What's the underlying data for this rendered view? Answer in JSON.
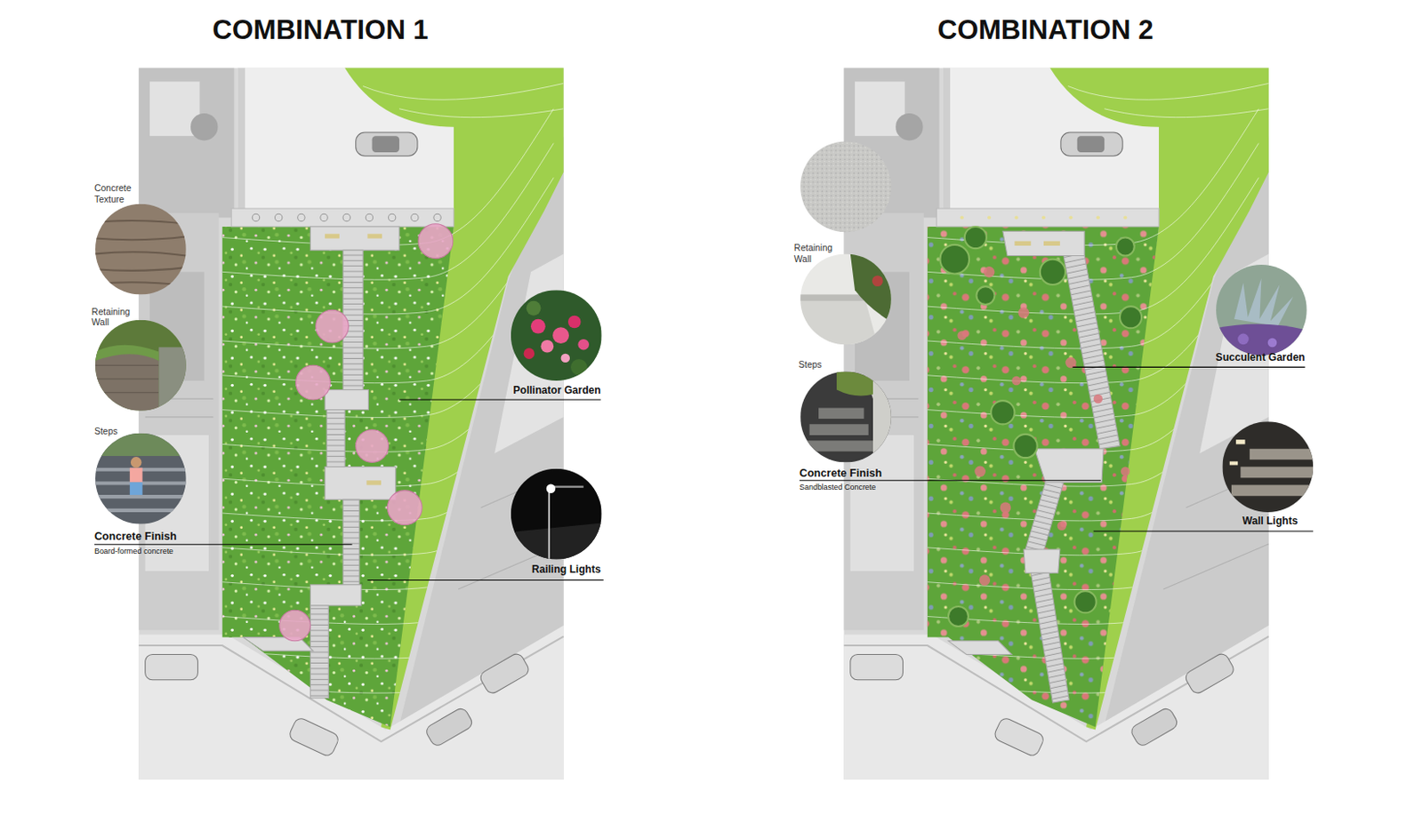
{
  "diagram": {
    "nodes": [
      {
        "text": [
          "COMBINATION 1"
        ]
      },
      {
        "text": [
          "Concrete Texture"
        ],
        "in": 0
      },
      {
        "text": [
          "Retaining Wall"
        ],
        "in": 0
      },
      {
        "text": [
          "Steps"
        ],
        "in": 0
      },
      {
        "text": [
          "Pollinator Garden"
        ],
        "in": 0
      },
      {
        "text": [
          "Railing Lights"
        ],
        "in": 0
      },
      {
        "text": [
          "COMBINATION 2"
        ]
      },
      {
        "text": [
          "Retaining Wall"
        ],
        "in": 6
      },
      {
        "text": [
          "Steps"
        ],
        "in": 6
      },
      {
        "text": [
          "Succulent Garden"
        ],
        "in": 6
      },
      {
        "text": [
          "Wall Lights"
        ],
        "in": 6
      }
    ],
    "labels": [
      "Concrete Finish",
      "Board-formed concrete",
      "Concrete Finish",
      "Sandblasted Concrete"
    ]
  }
}
